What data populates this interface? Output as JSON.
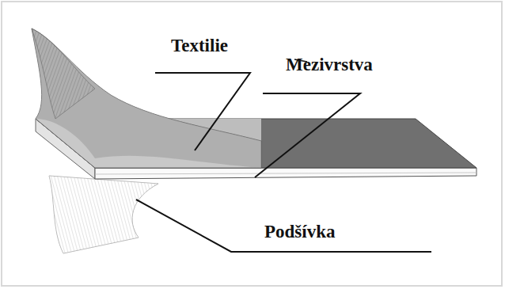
{
  "diagram": {
    "labels": [
      "Textilie",
      "Mezivrstva",
      "Podšívka"
    ]
  }
}
